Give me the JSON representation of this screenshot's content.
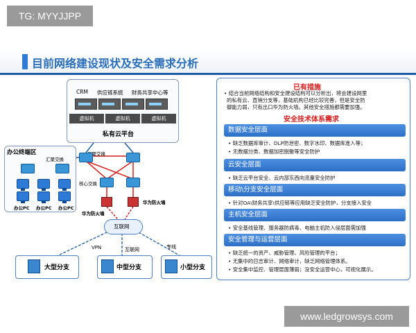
{
  "watermarks": {
    "top_left": "TG: MYYJJPP",
    "bottom_right": "www.ledgrowsys.com"
  },
  "title": "目前网络建设现状及安全需求分析",
  "private_cloud": {
    "title": "私有云平台",
    "apps": [
      "CRM",
      "供应链系统",
      "财务共享中心等"
    ],
    "vm_label": "虚拟机"
  },
  "office_area": {
    "title": "办公终端区",
    "pc_label": "办公PC"
  },
  "network_labels": {
    "agg_switch": "汇聚交换",
    "core_switch": "核心交换",
    "huawei_fw": "华为防火墙",
    "internet": "互联网",
    "vpn": "VPN",
    "internet_link": "互联网",
    "leased_line": "专线"
  },
  "branches": [
    "大型分支",
    "中型分支",
    "小型分支"
  ],
  "existing_measures": {
    "title": "已有措施",
    "lines": [
      "• 结合当前网络结构和安全建设结构可以分析出，将会建设网里",
      "的私有云、直销分支等，基础机构已经比较完善，但是安全防",
      "御能力弱，只有出口华为防火墙。其他安全措施都需要加强。"
    ]
  },
  "requirements": {
    "title": "安全技术体系需求",
    "sections": [
      {
        "header": "数据安全层面",
        "bullets": [
          "• 缺乏数据库审计、DLP防泄密、数字水印、数据库准入等；",
          "• 无数据分类、数据加密脱敏等安全防护"
        ]
      },
      {
        "header": "云安全层面",
        "bullets": [
          "• 缺乏云平台安全、云内部东西向流量安全防护"
        ]
      },
      {
        "header": "移动\\分支安全层面",
        "bullets": [
          "• 针对OA\\财务共享\\供应链等应用缺乏安全防护，分支接入安全"
        ]
      },
      {
        "header": "主机安全层面",
        "bullets": [
          "• 安全基线管理、服务器防病毒、电脑主机防入侵层面需加强"
        ]
      },
      {
        "header": "安全管理与运营层面",
        "bullets": [
          "• 缺乏统一的资产、威胁管理、风险管理的平台；",
          "• 无集中的日志审计、网络审计，缺乏网络管理体系。",
          "• 安全集中监控、管理层面薄弱；没安全运营中心，可视化展示。"
        ]
      }
    ]
  },
  "colors": {
    "title_blue": "#2a6db8",
    "header_blue": "#2c6fc6",
    "link_red": "#d21e1e",
    "link_blue": "#1e5aa8"
  }
}
